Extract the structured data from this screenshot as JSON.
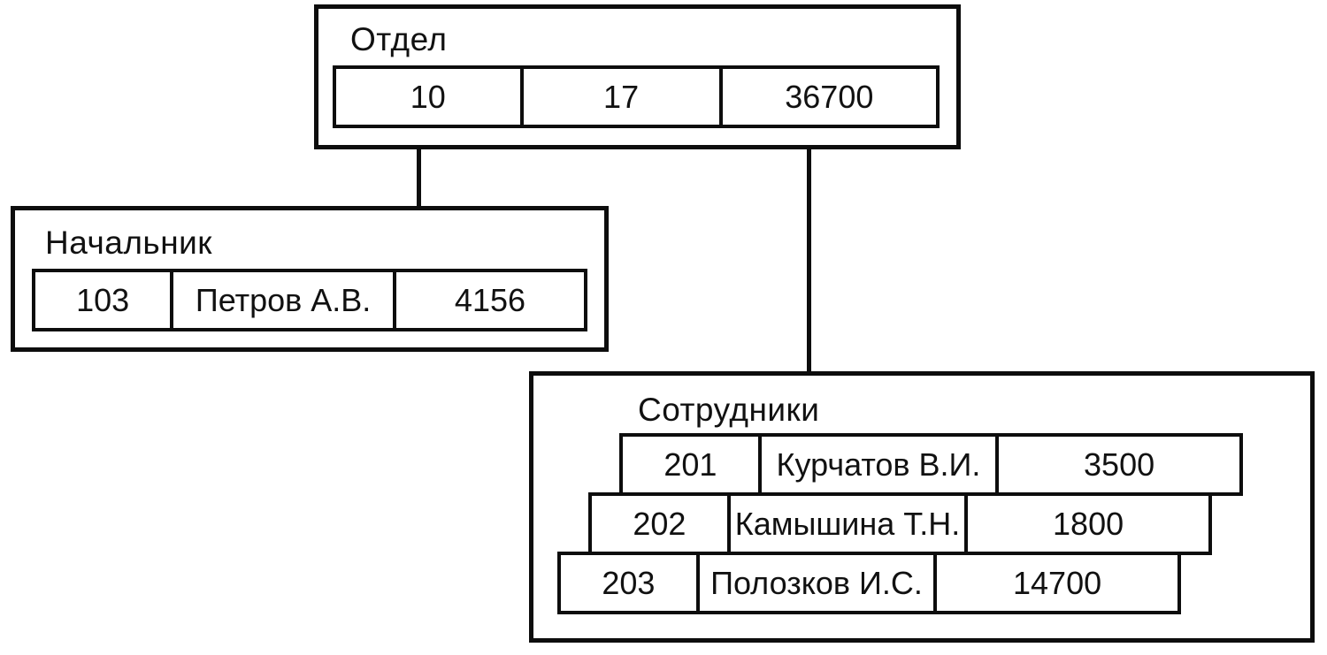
{
  "department": {
    "label": "Отдел",
    "fields": [
      "10",
      "17",
      "36700"
    ]
  },
  "manager": {
    "label": "Начальник",
    "fields": [
      "103",
      "Петров А.В.",
      "4156"
    ]
  },
  "employees": {
    "label": "Сотрудники",
    "records": [
      {
        "id": "201",
        "name": "Курчатов В.И.",
        "salary": "3500"
      },
      {
        "id": "202",
        "name": "Камышина Т.Н.",
        "salary": "1800"
      },
      {
        "id": "203",
        "name": "Полозков И.С.",
        "salary": "14700"
      }
    ]
  },
  "colors": {
    "ink": "#0d0d0d",
    "background": "#ffffff"
  }
}
